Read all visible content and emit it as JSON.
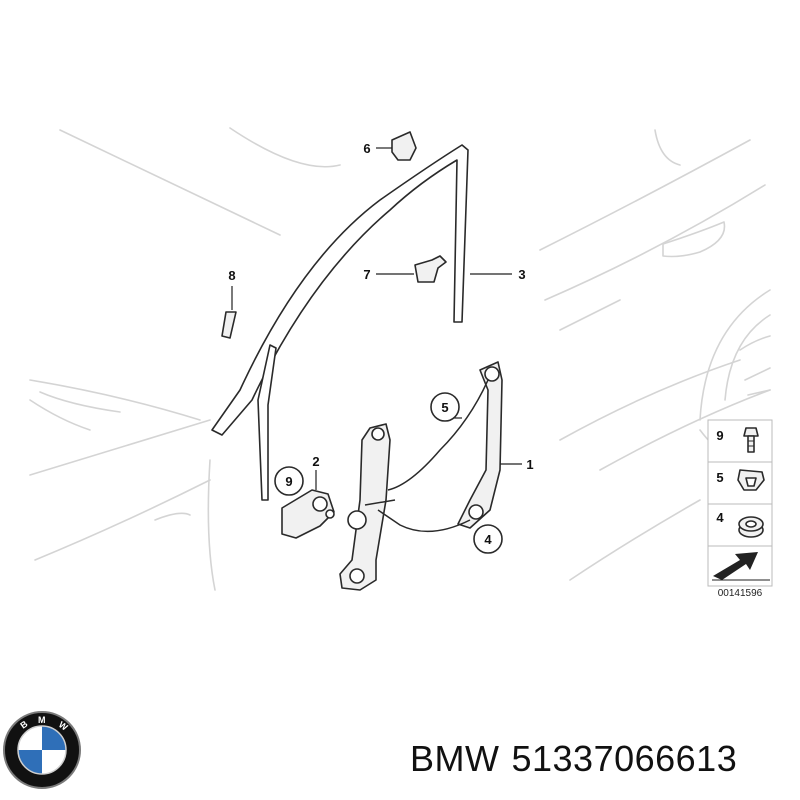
{
  "diagram": {
    "callouts": [
      {
        "id": "c1",
        "label": "1",
        "circled": false
      },
      {
        "id": "c2",
        "label": "2",
        "circled": false
      },
      {
        "id": "c3",
        "label": "3",
        "circled": false
      },
      {
        "id": "c4",
        "label": "4",
        "circled": true
      },
      {
        "id": "c5",
        "label": "5",
        "circled": true
      },
      {
        "id": "c6",
        "label": "6",
        "circled": false
      },
      {
        "id": "c7",
        "label": "7",
        "circled": false
      },
      {
        "id": "c8",
        "label": "8",
        "circled": false
      },
      {
        "id": "c9",
        "label": "9",
        "circled": true
      }
    ],
    "legend": [
      {
        "label": "9",
        "icon": "push-rivet-icon"
      },
      {
        "label": "5",
        "icon": "clip-icon"
      },
      {
        "label": "4",
        "icon": "grommet-nut-icon"
      }
    ],
    "legend_arrow_icon": "arrow-icon",
    "reference_number": "00141596"
  },
  "caption": {
    "brand": "BMW",
    "part_number": "51337066613"
  },
  "logo": {
    "text": "BMW",
    "colors": {
      "ring": "#111111",
      "blue": "#2f6fb8",
      "white": "#ffffff"
    }
  }
}
